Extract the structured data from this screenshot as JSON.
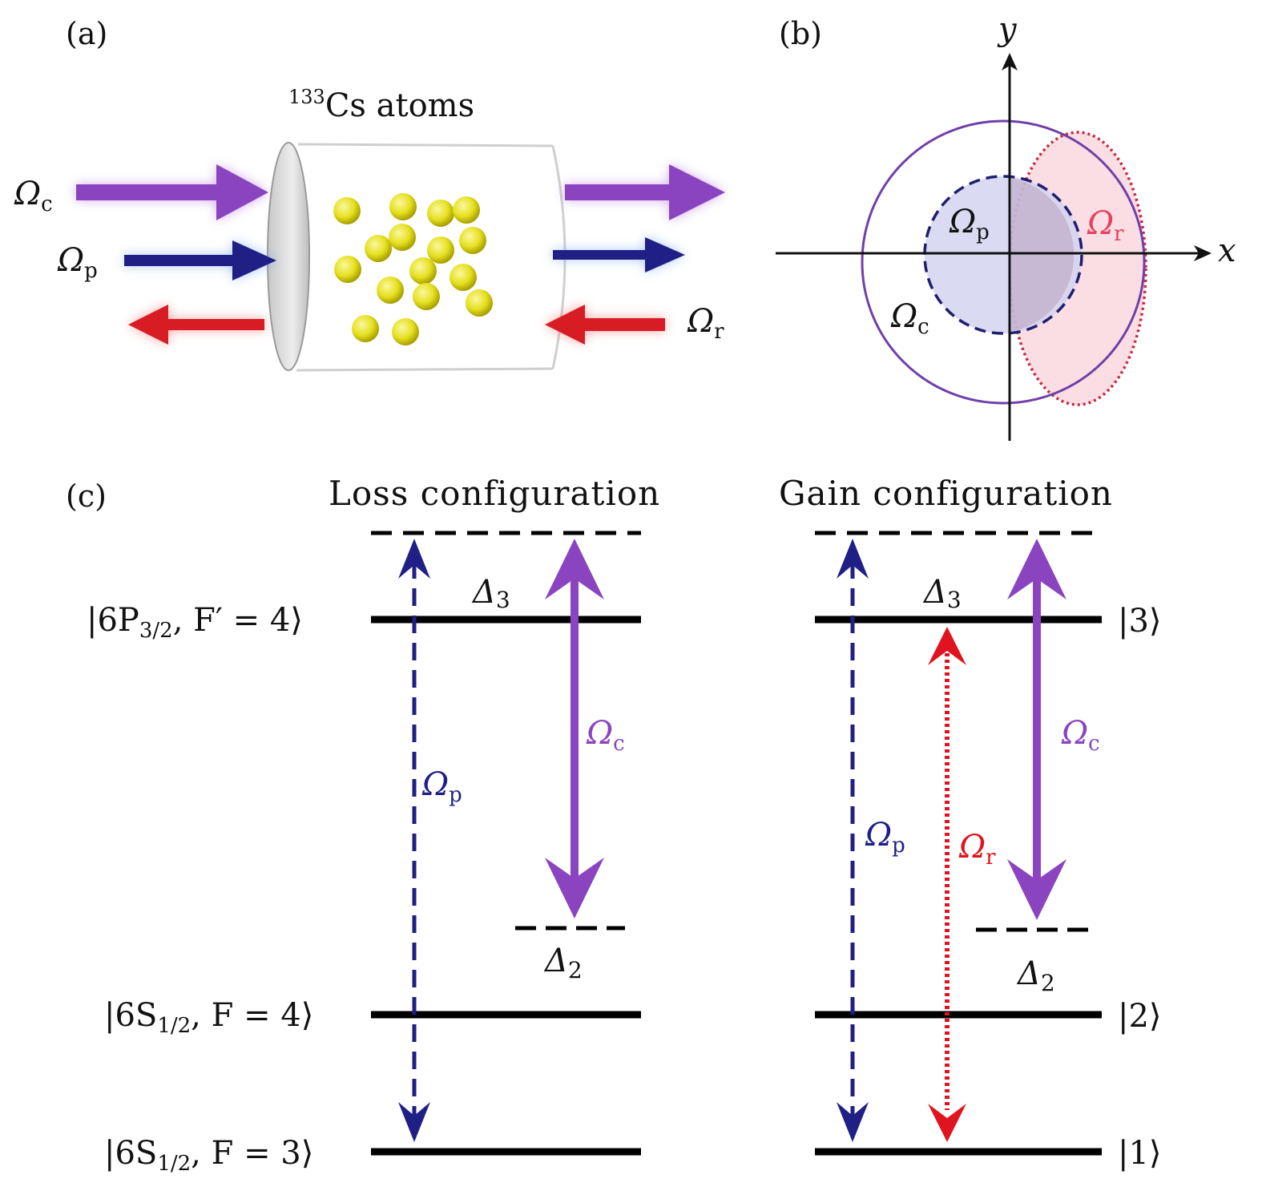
{
  "panels": {
    "a": {
      "label": "(a)",
      "title_sup": "133",
      "title_main": "Cs atoms",
      "omega_c": {
        "sym": "Ω",
        "sub": "c"
      },
      "omega_p": {
        "sym": "Ω",
        "sub": "p"
      },
      "omega_r": {
        "sym": "Ω",
        "sub": "r"
      }
    },
    "b": {
      "label": "(b)",
      "axis_x": "x",
      "axis_y": "y",
      "omega_p": {
        "sym": "Ω",
        "sub": "p"
      },
      "omega_r": {
        "sym": "Ω",
        "sub": "r"
      },
      "omega_c": {
        "sym": "Ω",
        "sub": "c"
      }
    },
    "c": {
      "label": "(c)",
      "loss_title": "Loss configuration",
      "gain_title": "Gain configuration",
      "levels_left": {
        "top": "|6P",
        "top_sub": "3/2",
        "top_tail": ", F′ = 4⟩",
        "mid": "|6S",
        "mid_sub": "1/2",
        "mid_tail": ", F = 4⟩",
        "bot": "|6S",
        "bot_sub": "1/2",
        "bot_tail": ", F = 3⟩"
      },
      "levels_right": {
        "top": "|3⟩",
        "mid": "|2⟩",
        "bot": "|1⟩"
      },
      "delta3": {
        "sym": "Δ",
        "sub": "3"
      },
      "delta2": {
        "sym": "Δ",
        "sub": "2"
      },
      "omega_c": {
        "sym": "Ω",
        "sub": "c"
      },
      "omega_p": {
        "sym": "Ω",
        "sub": "p"
      },
      "omega_r": {
        "sym": "Ω",
        "sub": "r"
      }
    }
  },
  "colors": {
    "coupling": "#8a44c0",
    "probe": "#1f1f86",
    "reflect": "#e0141e",
    "level": "#000000",
    "atom": "#e6e020",
    "probe_fill": "#d4d4f0",
    "reflect_fill": "#fbdde2"
  }
}
